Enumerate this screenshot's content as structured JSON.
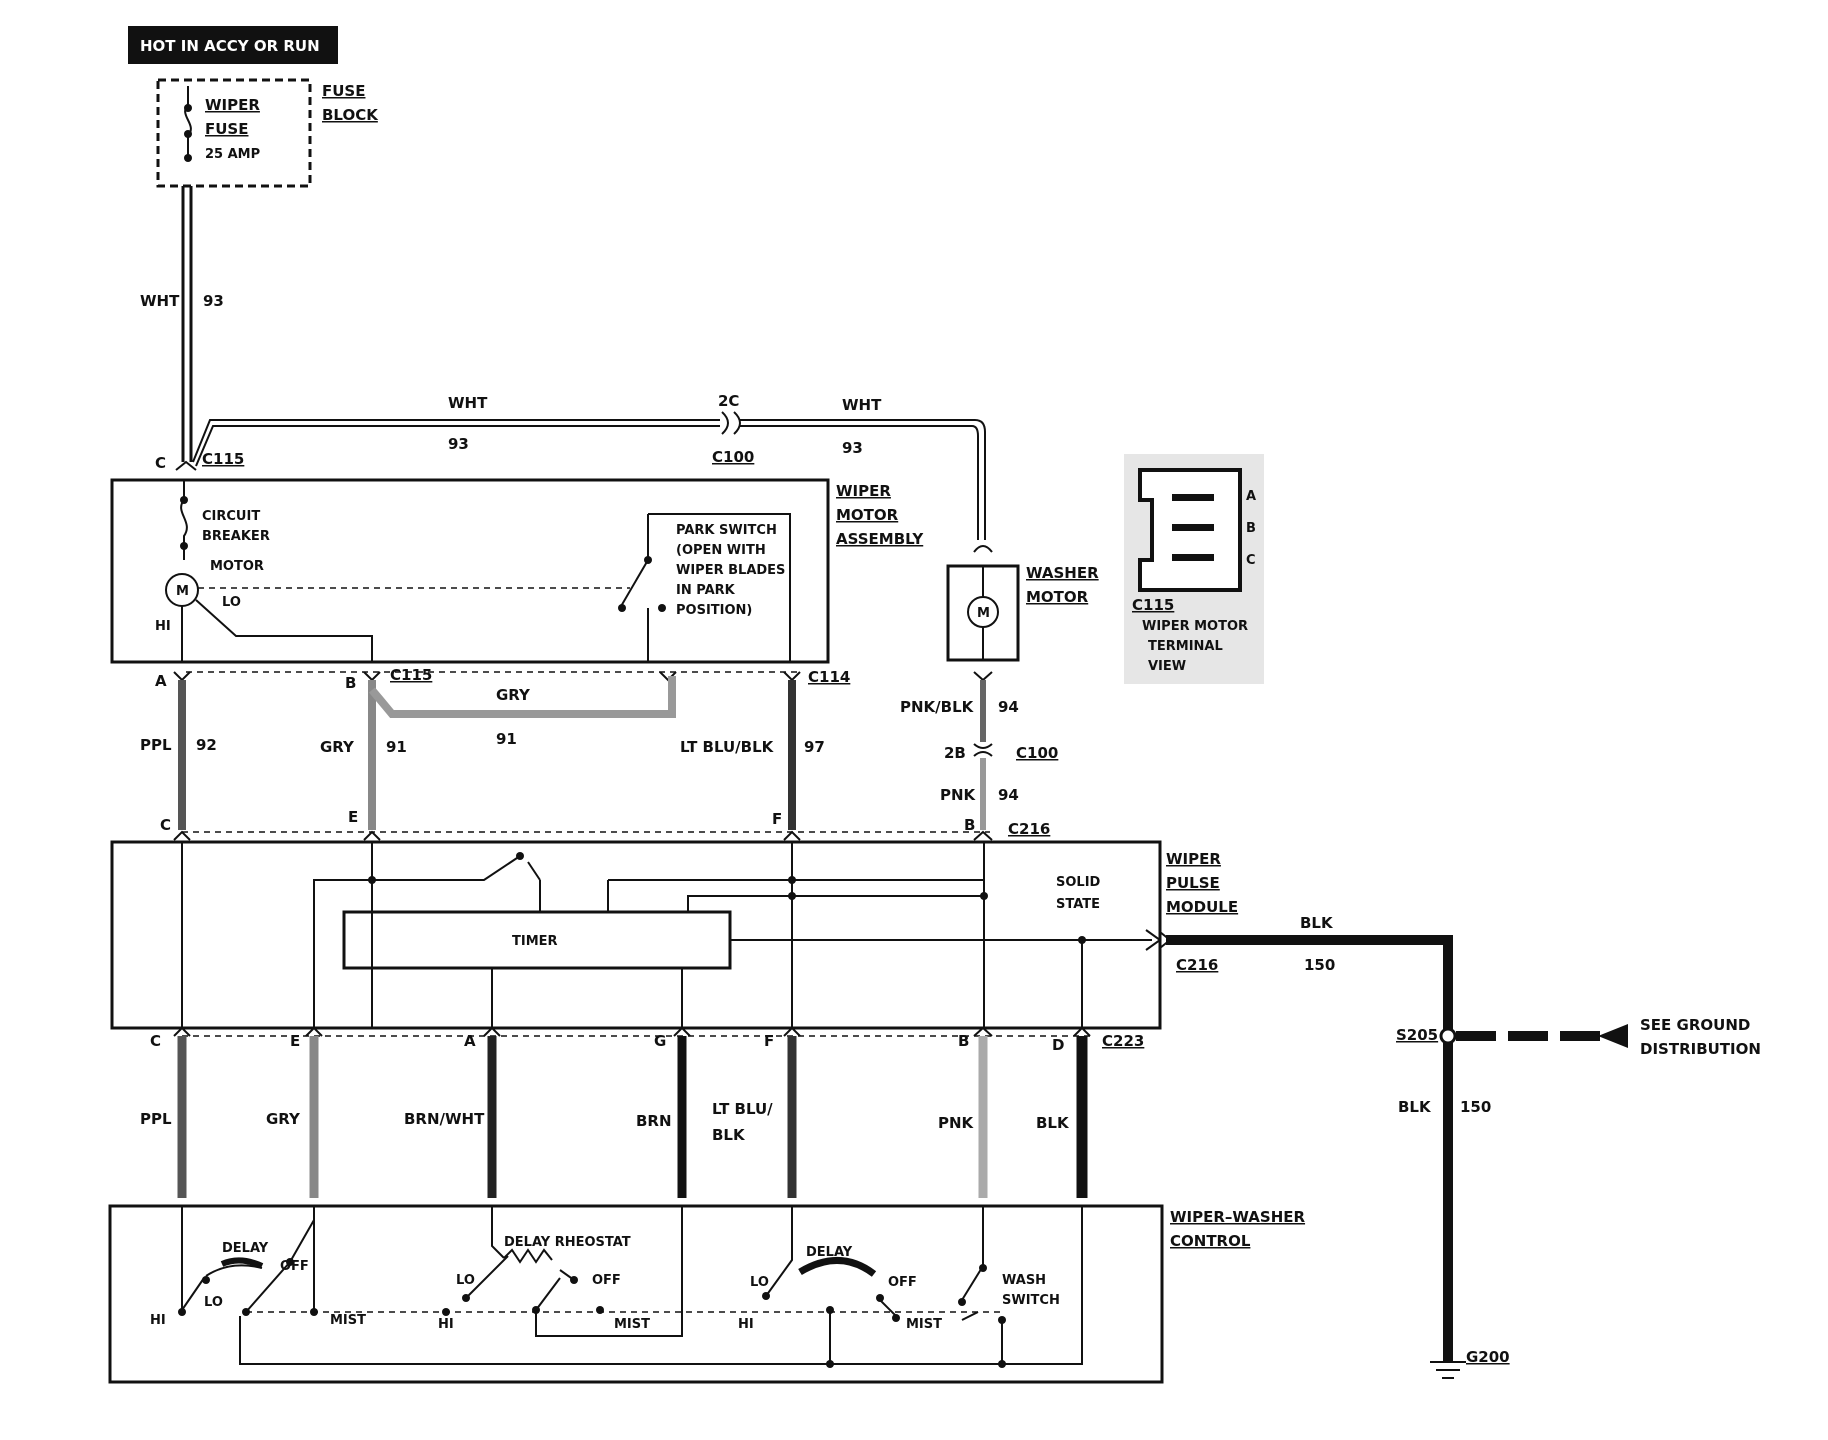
{
  "header": {
    "hot_label": "HOT IN ACCY OR RUN"
  },
  "fuse_block": {
    "title_1": "FUSE",
    "title_2": "BLOCK",
    "fuse_1": "WIPER",
    "fuse_2": "FUSE",
    "amp": "25 AMP"
  },
  "wire_top": {
    "color": "WHT",
    "num": "93"
  },
  "wire_wht_c100": {
    "color_left": "WHT",
    "num_left": "93",
    "splice": "2C",
    "conn": "C100",
    "color_right": "WHT",
    "num_right": "93"
  },
  "connectors": {
    "c115_top": "C115",
    "pin_c_top": "C",
    "c115_mid": "C115",
    "c114": "C114",
    "c100_b": "C100",
    "c216_top": "C216",
    "c216_right": "C216",
    "c223": "C223",
    "s205": "S205",
    "g200": "G200",
    "pin_2b": "2B"
  },
  "wiper_motor": {
    "title_1": "WIPER",
    "title_2": "MOTOR",
    "title_3": "ASSEMBLY",
    "cb_1": "CIRCUIT",
    "cb_2": "BREAKER",
    "motor": "MOTOR",
    "lo": "LO",
    "hi": "HI",
    "m": "M",
    "park_1": "PARK SWITCH",
    "park_2": "(OPEN WITH",
    "park_3": "WIPER BLADES",
    "park_4": "IN PARK",
    "park_5": "POSITION)"
  },
  "washer_motor": {
    "title_1": "WASHER",
    "title_2": "MOTOR",
    "m": "M"
  },
  "terminal_view": {
    "a": "A",
    "b": "B",
    "c": "C",
    "conn": "C115",
    "desc_1": "WIPER MOTOR",
    "desc_2": "TERMINAL",
    "desc_3": "VIEW"
  },
  "mid_wires": {
    "pin_a": "A",
    "pin_b": "B",
    "pin_c": "C",
    "pin_e": "E",
    "pin_f": "F",
    "pin_b2": "B",
    "ppl": "PPL",
    "ppl_num": "92",
    "gry": "GRY",
    "gry_num": "91",
    "gry_h": "GRY",
    "gry_h_num": "91",
    "ltblu": "LT BLU/BLK",
    "ltblu_num": "97",
    "pnkblk": "PNK/BLK",
    "pnkblk_num": "94",
    "pnk": "PNK",
    "pnk_num": "94"
  },
  "pulse_module": {
    "title_1": "WIPER",
    "title_2": "PULSE",
    "title_3": "MODULE",
    "solid_1": "SOLID",
    "solid_2": "STATE",
    "timer": "TIMER"
  },
  "ground": {
    "blk": "BLK",
    "num": "150",
    "blk2": "BLK",
    "num2": "150",
    "see_1": "SEE GROUND",
    "see_2": "DISTRIBUTION"
  },
  "low_wires": {
    "pin_c": "C",
    "pin_e": "E",
    "pin_a": "A",
    "pin_g": "G",
    "pin_f": "F",
    "pin_b": "B",
    "pin_d": "D",
    "ppl": "PPL",
    "gry": "GRY",
    "brnwht": "BRN/WHT",
    "brn": "BRN",
    "ltblu_1": "LT BLU/",
    "ltblu_2": "BLK",
    "pnk": "PNK",
    "blk": "BLK"
  },
  "control": {
    "title_1": "WIPER–WASHER",
    "title_2": "CONTROL",
    "delay": "DELAY",
    "off": "OFF",
    "lo": "LO",
    "hi": "HI",
    "mist": "MIST",
    "rheo": "DELAY RHEOSTAT",
    "lo2": "LO",
    "off2": "OFF",
    "hi2": "HI",
    "mist2": "MIST",
    "delay3": "DELAY",
    "lo3": "LO",
    "off3": "OFF",
    "hi3": "HI",
    "mist3": "MIST",
    "wash_1": "WASH",
    "wash_2": "SWITCH"
  }
}
